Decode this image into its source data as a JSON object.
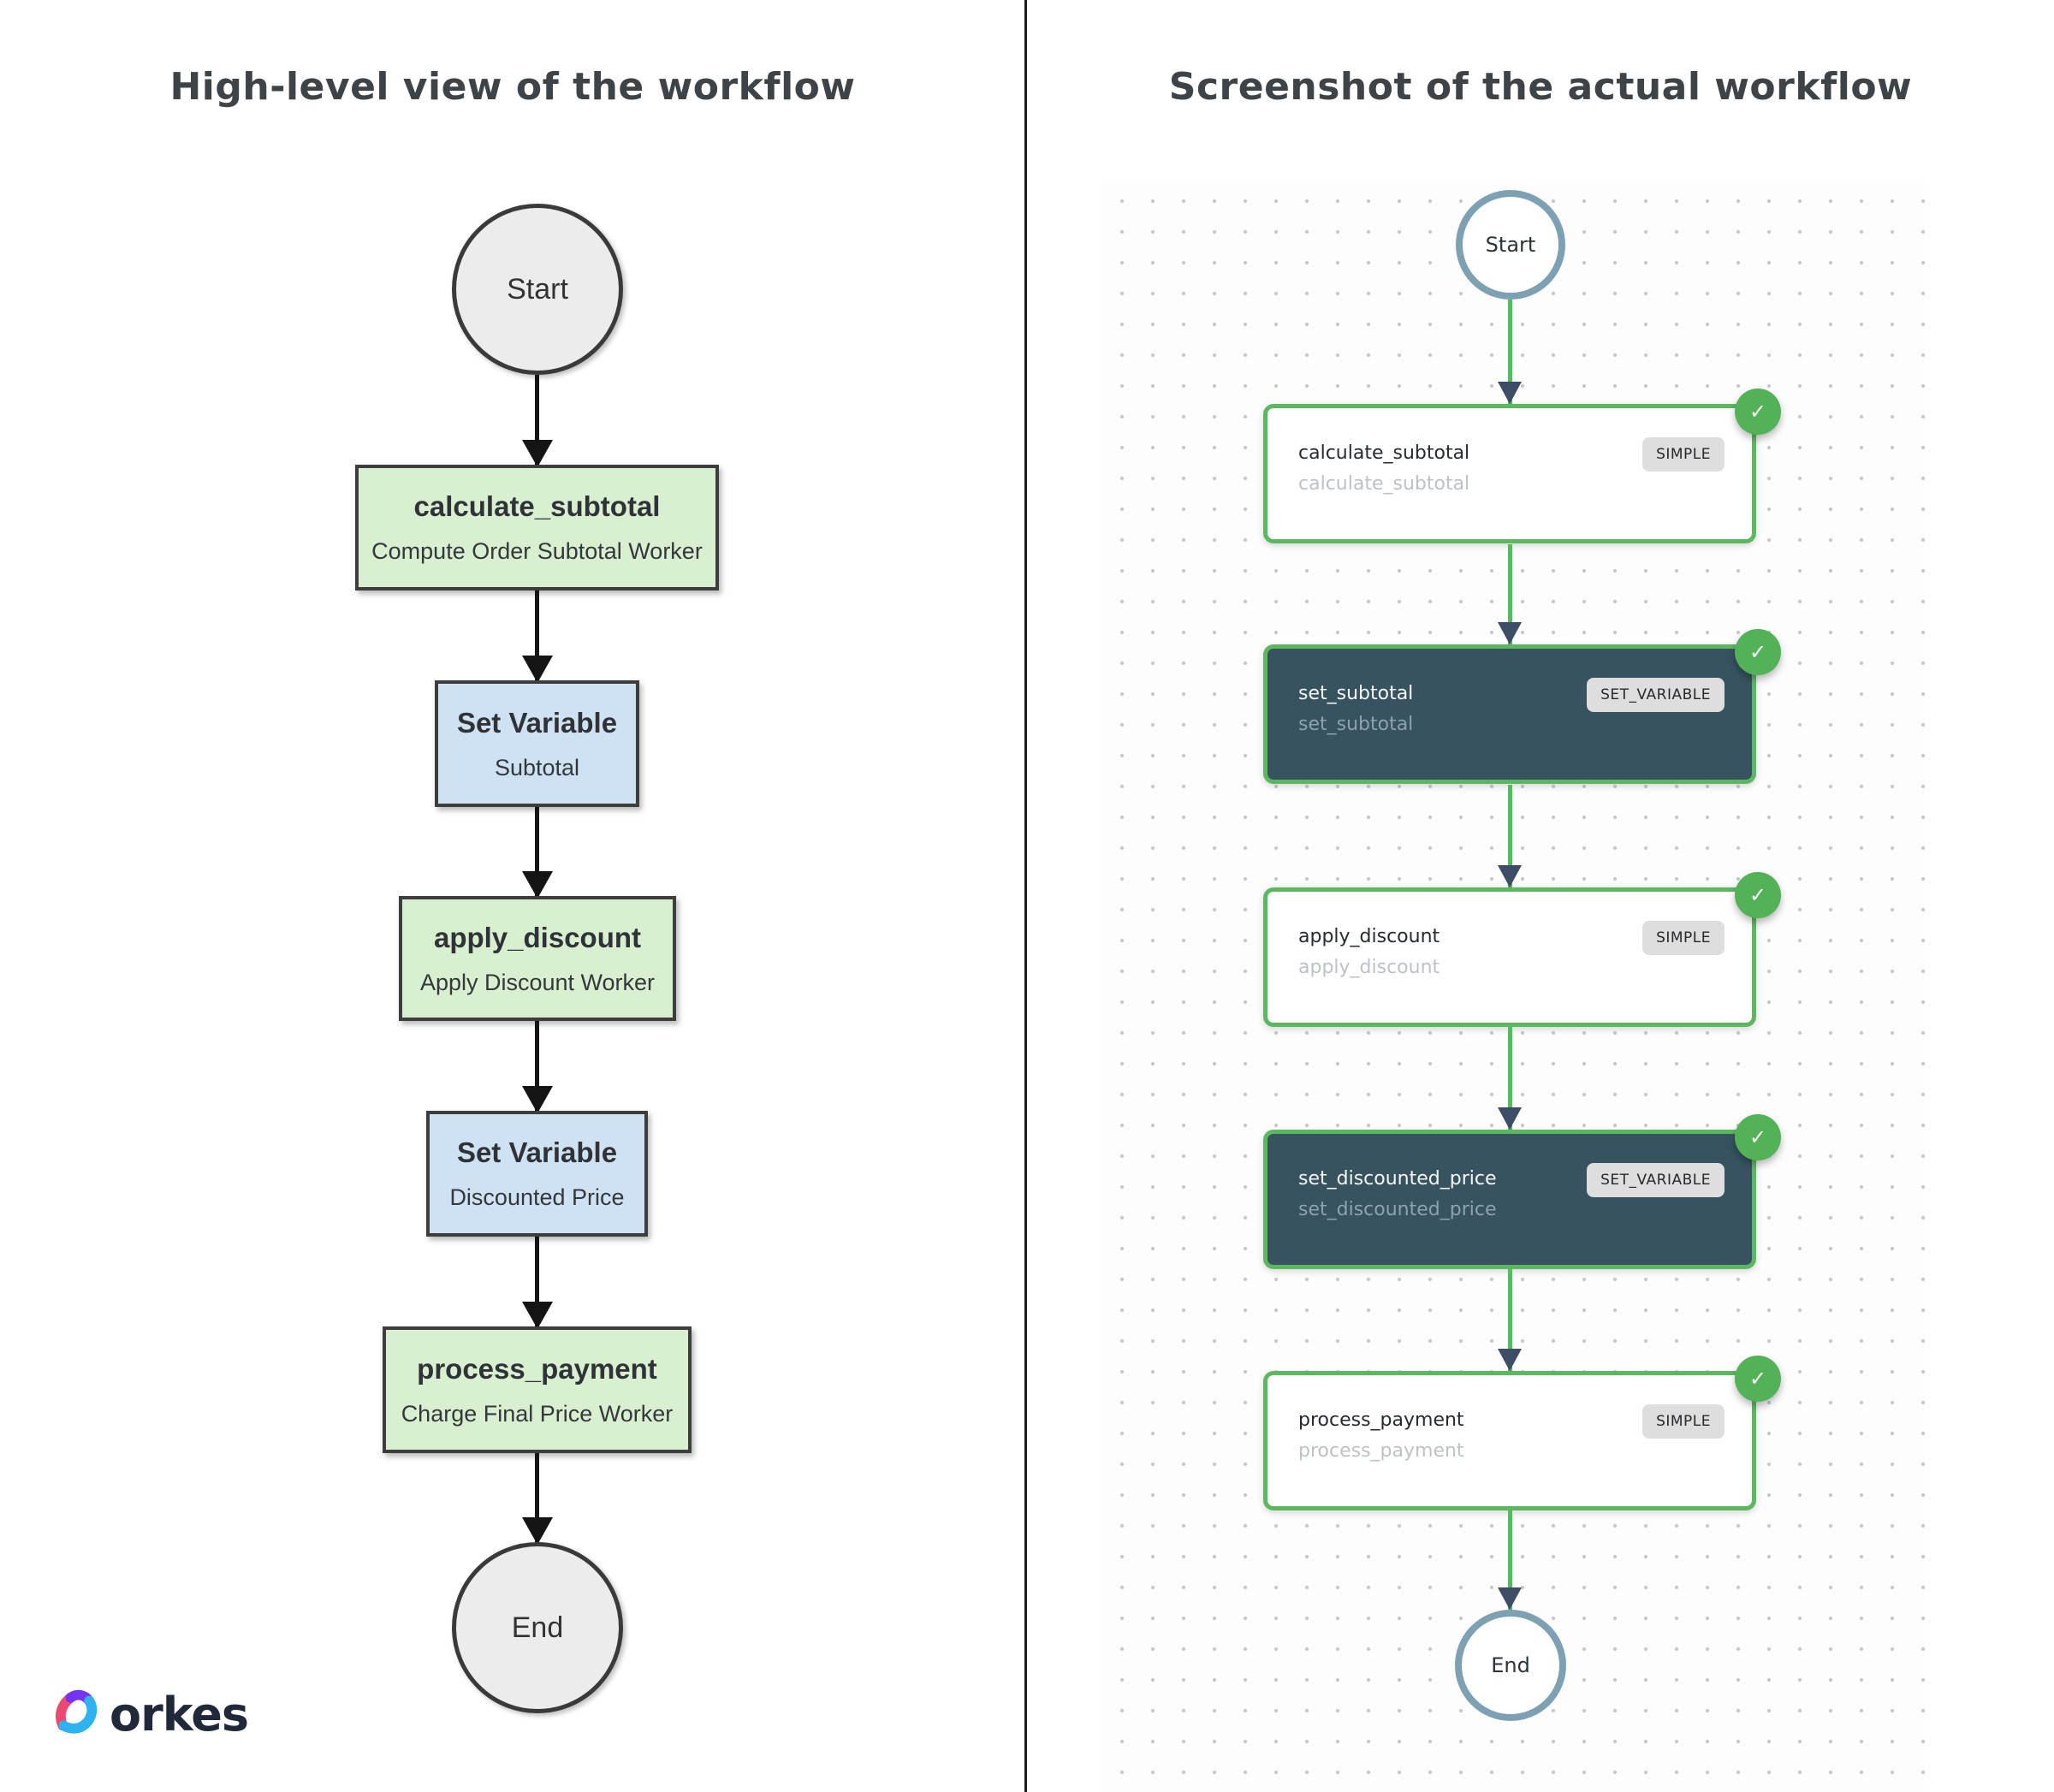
{
  "left_panel": {
    "title": "High-level view of the workflow",
    "start_label": "Start",
    "end_label": "End",
    "steps": [
      {
        "title": "calculate_subtotal",
        "subtitle": "Compute Order Subtotal Worker"
      },
      {
        "title": "Set Variable",
        "subtitle": "Subtotal"
      },
      {
        "title": "apply_discount",
        "subtitle": "Apply Discount Worker"
      },
      {
        "title": "Set Variable",
        "subtitle": "Discounted Price"
      },
      {
        "title": "process_payment",
        "subtitle": "Charge Final Price Worker"
      }
    ],
    "logo": {
      "brand": "orkes"
    }
  },
  "right_panel": {
    "title": "Screenshot of the actual workflow",
    "start_label": "Start",
    "end_label": "End",
    "tasks": [
      {
        "name": "calculate_subtotal",
        "ref": "calculate_subtotal",
        "badge": "SIMPLE",
        "status_icon": "✓"
      },
      {
        "name": "set_subtotal",
        "ref": "set_subtotal",
        "badge": "SET_VARIABLE",
        "status_icon": "✓"
      },
      {
        "name": "apply_discount",
        "ref": "apply_discount",
        "badge": "SIMPLE",
        "status_icon": "✓"
      },
      {
        "name": "set_discounted_price",
        "ref": "set_discounted_price",
        "badge": "SET_VARIABLE",
        "status_icon": "✓"
      },
      {
        "name": "process_payment",
        "ref": "process_payment",
        "badge": "SIMPLE",
        "status_icon": "✓"
      }
    ]
  },
  "colors": {
    "green": "#5cb85f",
    "check-green": "#53b257",
    "card-dark": "#37535f",
    "steel": "#7da1b3",
    "arrow-navy": "#3d4d66",
    "badge-bg": "#dedede",
    "flow-green": "#d8efd0",
    "flow-blue": "#cfe2f3",
    "dot": "#c7cacc",
    "divider": "#1c1c1c",
    "heading": "#3e4347"
  }
}
